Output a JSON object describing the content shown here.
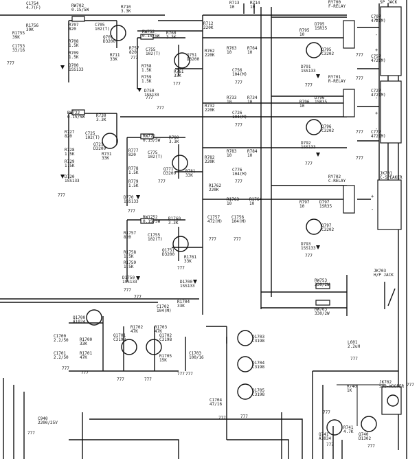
{
  "components": [
    {
      "id": "c1754",
      "ref": "C1754",
      "val": "4.7(F)"
    },
    {
      "id": "r1756",
      "ref": "R1756",
      "val": "39K"
    },
    {
      "id": "r1755",
      "ref": "R1755",
      "val": "39K"
    },
    {
      "id": "c1753",
      "ref": "C1753",
      "val": "33/16"
    },
    {
      "id": "rw702",
      "ref": "RW702",
      "val": "0.15/5W"
    },
    {
      "id": "r707",
      "ref": "R707",
      "val": "820"
    },
    {
      "id": "c705",
      "ref": "C705",
      "val": "102(T)"
    },
    {
      "id": "r710",
      "ref": "R710",
      "val": "3.3K"
    },
    {
      "id": "q701",
      "ref": "Q701",
      "val": "D3200"
    },
    {
      "id": "r708",
      "ref": "R708",
      "val": "1.5K"
    },
    {
      "id": "r709",
      "ref": "R709",
      "val": "1.5K"
    },
    {
      "id": "r711",
      "ref": "R711",
      "val": "33K"
    },
    {
      "id": "d700",
      "ref": "D700",
      "val": "1SS133"
    },
    {
      "id": "r713",
      "ref": "R713",
      "val": "10"
    },
    {
      "id": "r714",
      "ref": "R714",
      "val": "10"
    },
    {
      "id": "r712",
      "ref": "R712",
      "val": "220K"
    },
    {
      "id": "rw752",
      "ref": "RW752",
      "val": "0.15/5W"
    },
    {
      "id": "r760",
      "ref": "R760",
      "val": "3.3K"
    },
    {
      "id": "r757",
      "ref": "R757",
      "val": "820"
    },
    {
      "id": "c755",
      "ref": "C755",
      "val": "102(T)"
    },
    {
      "id": "q751",
      "ref": "Q751",
      "val": "D3200"
    },
    {
      "id": "r758",
      "ref": "R758",
      "val": "1.5K"
    },
    {
      "id": "r759",
      "ref": "R759",
      "val": "1.5K"
    },
    {
      "id": "r761",
      "ref": "R761",
      "val": "33K"
    },
    {
      "id": "d750",
      "ref": "D750",
      "val": "1SS133"
    },
    {
      "id": "r762",
      "ref": "R762",
      "val": "220K"
    },
    {
      "id": "r763",
      "ref": "R763",
      "val": "10"
    },
    {
      "id": "r764",
      "ref": "R764",
      "val": "10"
    },
    {
      "id": "c756",
      "ref": "C756",
      "val": "104(M)"
    },
    {
      "id": "ry700",
      "ref": "RY700",
      "val": "F-RELAY"
    },
    {
      "id": "d795",
      "ref": "D795",
      "val": "1SR35"
    },
    {
      "id": "r795",
      "ref": "R795",
      "val": "10"
    },
    {
      "id": "q795",
      "ref": "Q795",
      "val": "C3202"
    },
    {
      "id": "d791",
      "ref": "D791",
      "val": "1SS133"
    },
    {
      "id": "c707",
      "ref": "C707",
      "val": "472(M)"
    },
    {
      "id": "c757",
      "ref": "C757",
      "val": "472(M)"
    },
    {
      "id": "sp_jack",
      "ref": "SP JACK",
      "val": ""
    },
    {
      "id": "ry701",
      "ref": "RY701",
      "val": "R-RELAY"
    },
    {
      "id": "d796",
      "ref": "D796",
      "val": "1SR35"
    },
    {
      "id": "r796",
      "ref": "R796",
      "val": "10"
    },
    {
      "id": "q796",
      "ref": "Q796",
      "val": "C3202"
    },
    {
      "id": "d792",
      "ref": "D792",
      "val": "1SS133"
    },
    {
      "id": "c727",
      "ref": "C727",
      "val": "472(M)"
    },
    {
      "id": "c777",
      "ref": "C777",
      "val": "472(M)"
    },
    {
      "id": "r732",
      "ref": "R732",
      "val": "220K"
    },
    {
      "id": "r733",
      "ref": "R733",
      "val": "10"
    },
    {
      "id": "r734",
      "ref": "R734",
      "val": "10"
    },
    {
      "id": "c726",
      "ref": "C726",
      "val": "104(M)"
    },
    {
      "id": "rw722",
      "ref": "RW722",
      "val": "0.15/5W"
    },
    {
      "id": "r730",
      "ref": "R730",
      "val": "3.3K"
    },
    {
      "id": "r727",
      "ref": "R727",
      "val": "820"
    },
    {
      "id": "c725",
      "ref": "C725",
      "val": "102(T)"
    },
    {
      "id": "q721",
      "ref": "Q721",
      "val": "D3200"
    },
    {
      "id": "r728",
      "ref": "R728",
      "val": "1.5K"
    },
    {
      "id": "r729",
      "ref": "R729",
      "val": "1.5K"
    },
    {
      "id": "r731",
      "ref": "R731",
      "val": "33K"
    },
    {
      "id": "d720",
      "ref": "D720",
      "val": "1SS133"
    },
    {
      "id": "rw772",
      "ref": "RW772",
      "val": "0.15/5W"
    },
    {
      "id": "r780",
      "ref": "R780",
      "val": "3.3K"
    },
    {
      "id": "r777",
      "ref": "R777",
      "val": "820"
    },
    {
      "id": "c775",
      "ref": "C775",
      "val": "102(T)"
    },
    {
      "id": "q771",
      "ref": "Q771",
      "val": "D3200"
    },
    {
      "id": "r778",
      "ref": "R778",
      "val": "1.5K"
    },
    {
      "id": "r779",
      "ref": "R779",
      "val": "1.5K"
    },
    {
      "id": "r781",
      "ref": "R781",
      "val": "33K"
    },
    {
      "id": "d770",
      "ref": "D770",
      "val": "1SS133"
    },
    {
      "id": "r782",
      "ref": "R782",
      "val": "220K"
    },
    {
      "id": "r783",
      "ref": "R783",
      "val": "10"
    },
    {
      "id": "r784",
      "ref": "R784",
      "val": "10"
    },
    {
      "id": "c776",
      "ref": "C776",
      "val": "104(M)"
    },
    {
      "id": "ry702",
      "ref": "RY702",
      "val": "C-RELAY"
    },
    {
      "id": "jk701",
      "ref": "JK701",
      "val": "C-SPEAKER"
    },
    {
      "id": "r1762",
      "ref": "R1762",
      "val": "220K"
    },
    {
      "id": "r1763",
      "ref": "R1763",
      "val": "10"
    },
    {
      "id": "r1764",
      "ref": "R1764",
      "val": "10"
    },
    {
      "id": "c1757",
      "ref": "C1757",
      "val": "472(M)"
    },
    {
      "id": "c1756",
      "ref": "C1756",
      "val": "104(M)"
    },
    {
      "id": "r797",
      "ref": "R797",
      "val": "10"
    },
    {
      "id": "d797",
      "ref": "D797",
      "val": "1SR35"
    },
    {
      "id": "q797",
      "ref": "Q797",
      "val": "C3202"
    },
    {
      "id": "d793",
      "ref": "D793",
      "val": "1SS133"
    },
    {
      "id": "rw1752",
      "ref": "RW1752",
      "val": "0.15/5W"
    },
    {
      "id": "r1760",
      "ref": "R1760",
      "val": "3.3K"
    },
    {
      "id": "r1757",
      "ref": "R1757",
      "val": "820"
    },
    {
      "id": "c1755",
      "ref": "C1755",
      "val": "102(T)"
    },
    {
      "id": "q1751",
      "ref": "Q1751",
      "val": "D3200"
    },
    {
      "id": "r1758",
      "ref": "R1758",
      "val": "1.5K"
    },
    {
      "id": "r1759",
      "ref": "R1759",
      "val": "1.5K"
    },
    {
      "id": "r1761",
      "ref": "R1761",
      "val": "33K"
    },
    {
      "id": "d1750",
      "ref": "D1750",
      "val": "1SS133"
    },
    {
      "id": "d1700",
      "ref": "D1700",
      "val": "1SS133"
    },
    {
      "id": "r1704",
      "ref": "R1704",
      "val": "33K"
    },
    {
      "id": "c1702",
      "ref": "C1702",
      "val": "104(M)"
    },
    {
      "id": "q1700",
      "ref": "Q1700",
      "val": "A1024"
    },
    {
      "id": "r1702",
      "ref": "R1702",
      "val": "47K"
    },
    {
      "id": "r1703",
      "ref": "R1703",
      "val": "47K"
    },
    {
      "id": "c1700",
      "ref": "C1700",
      "val": "2.2/50"
    },
    {
      "id": "c1701",
      "ref": "C1701",
      "val": "2.2/50"
    },
    {
      "id": "r1700",
      "ref": "R1700",
      "val": "33K"
    },
    {
      "id": "r1701",
      "ref": "R1701",
      "val": "47K"
    },
    {
      "id": "q1701",
      "ref": "Q1701",
      "val": "C3198"
    },
    {
      "id": "q1702",
      "ref": "Q1702",
      "val": "C3198"
    },
    {
      "id": "r1705",
      "ref": "R1705",
      "val": "15K"
    },
    {
      "id": "c1703",
      "ref": "C1703",
      "val": "100/16"
    },
    {
      "id": "q1703",
      "ref": "Q1703",
      "val": "C3198"
    },
    {
      "id": "q1704",
      "ref": "Q1704",
      "val": "C3198"
    },
    {
      "id": "q1705",
      "ref": "Q1705",
      "val": "C3198"
    },
    {
      "id": "c1704",
      "ref": "C1704",
      "val": "47/16"
    },
    {
      "id": "jk703",
      "ref": "JK703",
      "val": "H/P JACK"
    },
    {
      "id": "rw753",
      "ref": "RW753",
      "val": "330/2W"
    },
    {
      "id": "rw703",
      "ref": "RW703",
      "val": "330/2W"
    },
    {
      "id": "l601",
      "ref": "L601",
      "val": "2.2uH"
    },
    {
      "id": "c940",
      "ref": "C940",
      "val": "2200/25V"
    },
    {
      "id": "r740",
      "ref": "R740",
      "val": "1K"
    },
    {
      "id": "jk702",
      "ref": "JK702",
      "val": "SUB-WOOFER"
    },
    {
      "id": "q741",
      "ref": "Q741",
      "val": "A1034"
    },
    {
      "id": "r741",
      "ref": "R741",
      "val": "4.7K"
    },
    {
      "id": "q740",
      "ref": "Q740",
      "val": "D1302"
    }
  ],
  "sp_jack_terminals": [
    "+",
    "-",
    "+",
    "-",
    "+",
    "-"
  ],
  "c_speaker_terminals": [
    "+",
    "-"
  ],
  "gnd_symbol": "777"
}
